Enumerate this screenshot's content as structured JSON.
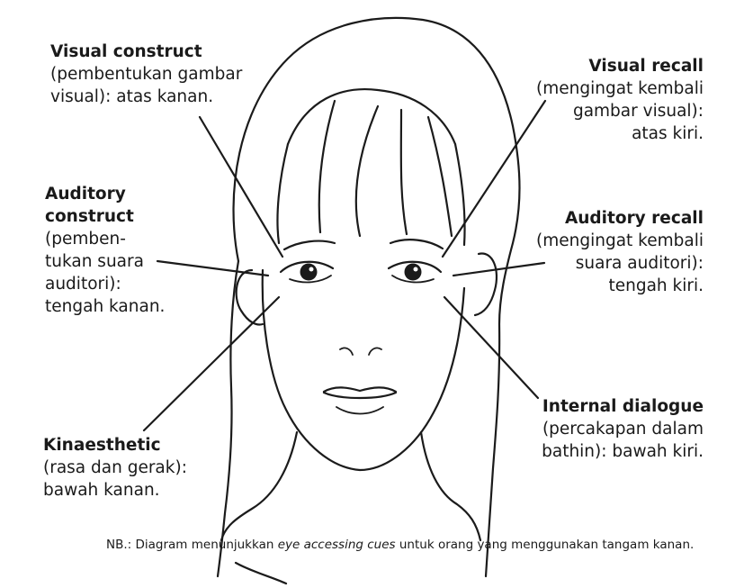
{
  "labels": {
    "visual_construct": {
      "title": "Visual construct",
      "desc": "(pembentukan gambar\nvisual): atas kanan."
    },
    "visual_recall": {
      "title": "Visual recall",
      "desc": "(mengingat kembali\ngambar visual):\natas kiri."
    },
    "auditory_construct": {
      "title": "Auditory\nconstruct",
      "desc": "(pemben-\ntukan suara\nauditori):\ntengah kanan."
    },
    "auditory_recall": {
      "title": "Auditory recall",
      "desc": "(mengingat kembali\nsuara auditori):\ntengah kiri."
    },
    "kinaesthetic": {
      "title": "Kinaesthetic",
      "desc": "(rasa dan gerak):\nbawah kanan."
    },
    "internal_dialogue": {
      "title": "Internal dialogue",
      "desc": "(percakapan dalam\nbathin): bawah kiri."
    }
  },
  "note": {
    "prefix": "NB.: Diagram menunjukkan ",
    "emphasis": "eye accessing cues",
    "suffix": " untuk orang yang menggunakan tangam kanan."
  }
}
